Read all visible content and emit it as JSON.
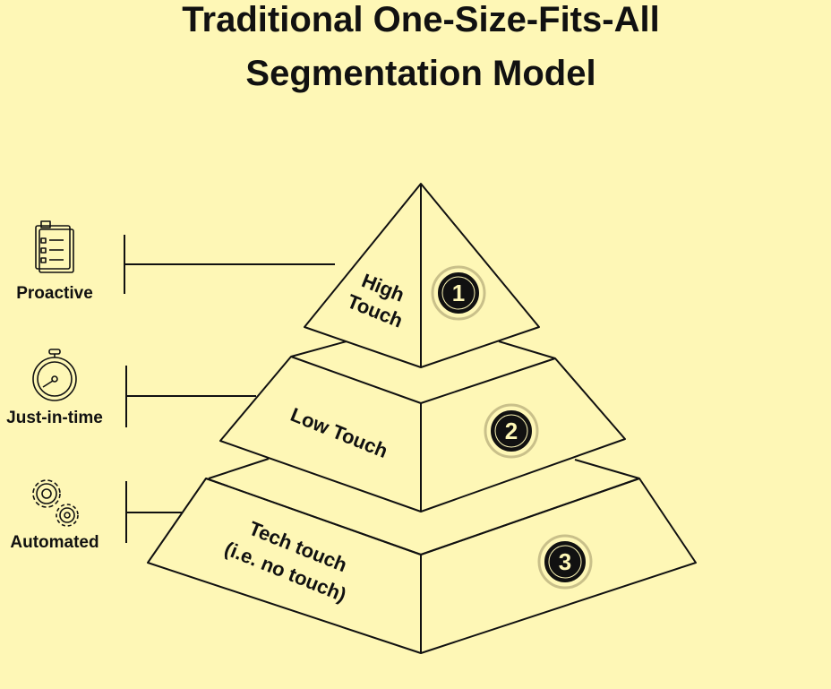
{
  "title": {
    "line1": "Traditional One-Size-Fits-All",
    "line2": "Segmentation Model"
  },
  "colors": {
    "background": "#fef7b6",
    "ink": "#111111"
  },
  "tiers": [
    {
      "number": "1",
      "name": "High",
      "name2": "Touch",
      "approach": "Proactive",
      "icon": "clipboard-checklist-icon"
    },
    {
      "number": "2",
      "name": "Low Touch",
      "approach": "Just-in-time",
      "icon": "stopwatch-icon"
    },
    {
      "number": "3",
      "name": "Tech touch",
      "name2": "(i.e. no touch)",
      "approach": "Automated",
      "icon": "gears-icon"
    }
  ]
}
